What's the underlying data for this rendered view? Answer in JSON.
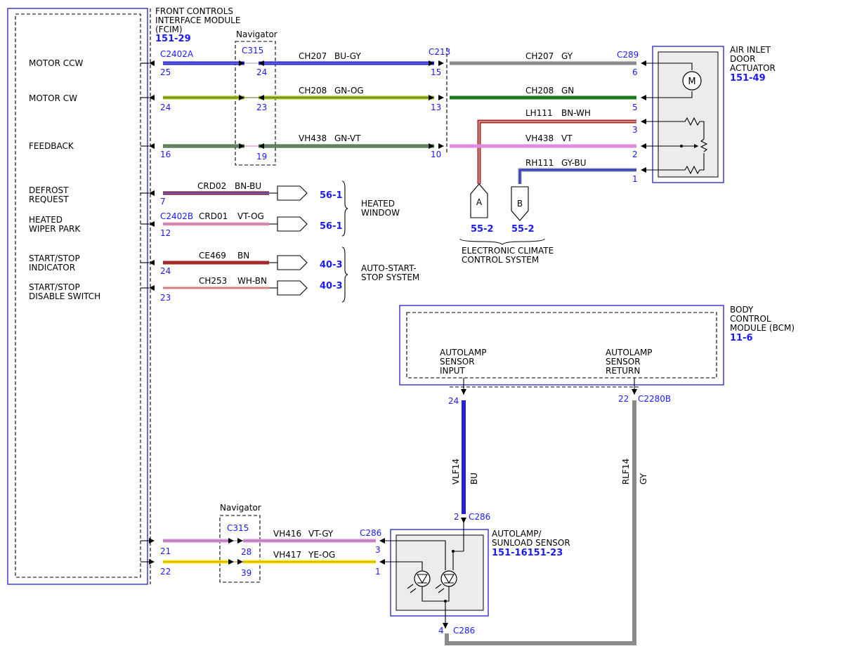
{
  "fcim": {
    "name": "FRONT CONTROLS\nINTERFACE MODULE\n(FCIM)",
    "ref": "151-29",
    "pins": {
      "motor_ccw": "MOTOR CCW",
      "motor_cw": "MOTOR CW",
      "feedback": "FEEDBACK",
      "defrost": "DEFROST\nREQUEST",
      "wiper": "HEATED\nWIPER PARK",
      "ss_ind": "START/STOP\nINDICATOR",
      "ss_dis": "START/STOP\nDISABLE SWITCH"
    },
    "conn_a": "C2402A",
    "conn_b": "C2402B"
  },
  "navigator": "Navigator",
  "c315": "C315",
  "c213": "C213",
  "c289": "C289",
  "c286": "C286",
  "c2280b": "C2280B",
  "actuator": {
    "name": "AIR INLET\nDOOR\nACTUATOR",
    "ref": "151-49"
  },
  "bcm": {
    "name": "BODY\nCONTROL\nMODULE (BCM)",
    "ref": "11-6",
    "input": "AUTOLAMP\nSENSOR\nINPUT",
    "return": "AUTOLAMP\nSENSOR\nRETURN"
  },
  "sensor": {
    "name": "AUTOLAMP/\nSUNLOAD SENSOR",
    "ref": "151-16151-23"
  },
  "groups": {
    "heated": "HEATED\nWINDOW",
    "autostart": "AUTO-START-\nSTOP SYSTEM",
    "ecc": "ELECTRONIC CLIMATE\nCONTROL SYSTEM"
  },
  "wires": {
    "ch207_left": {
      "circuit": "CH207",
      "color": "BU-GY"
    },
    "ch207_right": {
      "circuit": "CH207",
      "color": "GY"
    },
    "ch208_left": {
      "circuit": "CH208",
      "color": "GN-OG"
    },
    "ch208_right": {
      "circuit": "CH208",
      "color": "GN"
    },
    "lh111": {
      "circuit": "LH111",
      "color": "BN-WH"
    },
    "vh438_left": {
      "circuit": "VH438",
      "color": "GN-VT"
    },
    "vh438_right": {
      "circuit": "VH438",
      "color": "VT"
    },
    "rh111": {
      "circuit": "RH111",
      "color": "GY-BU"
    },
    "crd02": {
      "circuit": "CRD02",
      "color": "BN-BU"
    },
    "crd01": {
      "circuit": "CRD01",
      "color": "VT-OG"
    },
    "ce469": {
      "circuit": "CE469",
      "color": "BN"
    },
    "ch253": {
      "circuit": "CH253",
      "color": "WH-BN"
    },
    "vh416": {
      "circuit": "VH416",
      "color": "VT-GY"
    },
    "vh417": {
      "circuit": "VH417",
      "color": "YE-OG"
    },
    "vlf14": {
      "circuit": "VLF14",
      "color": "BU"
    },
    "rlf14": {
      "circuit": "RLF14",
      "color": "GY"
    }
  },
  "pins": {
    "fcim_ccw": "25",
    "fcim_cw": "24",
    "fcim_fb": "16",
    "fcim_def": "7",
    "fcim_wip": "12",
    "fcim_ind": "24",
    "fcim_dis": "23",
    "fcim_21": "21",
    "fcim_22": "22",
    "nav_24": "24",
    "nav_23": "23",
    "nav_19": "19",
    "nav_28": "28",
    "nav_39": "39",
    "c213_15": "15",
    "c213_13": "13",
    "c213_10": "10",
    "act_6": "6",
    "act_5": "5",
    "act_3": "3",
    "act_2": "2",
    "act_1": "1",
    "bcm_24": "24",
    "bcm_22": "22",
    "sen_2": "2",
    "sen_3": "3",
    "sen_1": "1",
    "sen_4": "4"
  },
  "refs": {
    "heated_1": "56-1",
    "heated_2": "56-1",
    "auto_1": "40-3",
    "auto_2": "40-3",
    "ecc_a": "55-2",
    "ecc_b": "55-2"
  },
  "taps": {
    "a": "A",
    "b": "B"
  },
  "wire_colors": {
    "blue": "#2222dd",
    "gray": "#8a8a8a",
    "green": "#1a7a1a",
    "yellow_green": "#9bbd1a",
    "violet": "#e08ae0",
    "brown": "#a52a2a",
    "pink": "#e8a0b8",
    "yellow": "#f2e800",
    "gray_blue": "#6f7fa0",
    "dark_green": "#3a7a3a"
  }
}
